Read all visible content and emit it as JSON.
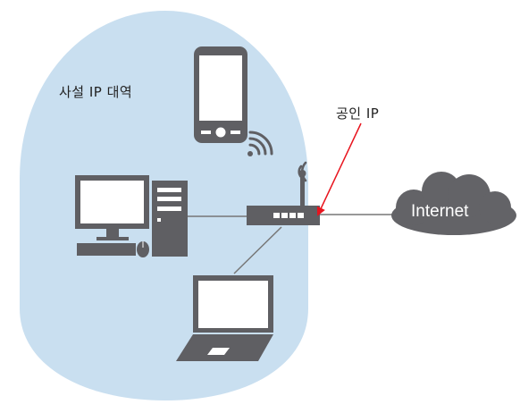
{
  "labels": {
    "private_ip_range": "사설 IP 대역",
    "public_ip": "공인 IP",
    "internet": "Internet"
  },
  "colors": {
    "network_zone_fill": "#c9dff0",
    "device_gray": "#5f5f63",
    "screen_white": "#ffffff",
    "link_line": "#777777",
    "arrow_red": "#e8141e",
    "cloud_gray": "#636367"
  },
  "icons": [
    "smartphone-icon",
    "wifi-signal-icon",
    "router-icon",
    "desktop-computer-icon",
    "laptop-icon",
    "cloud-icon"
  ]
}
